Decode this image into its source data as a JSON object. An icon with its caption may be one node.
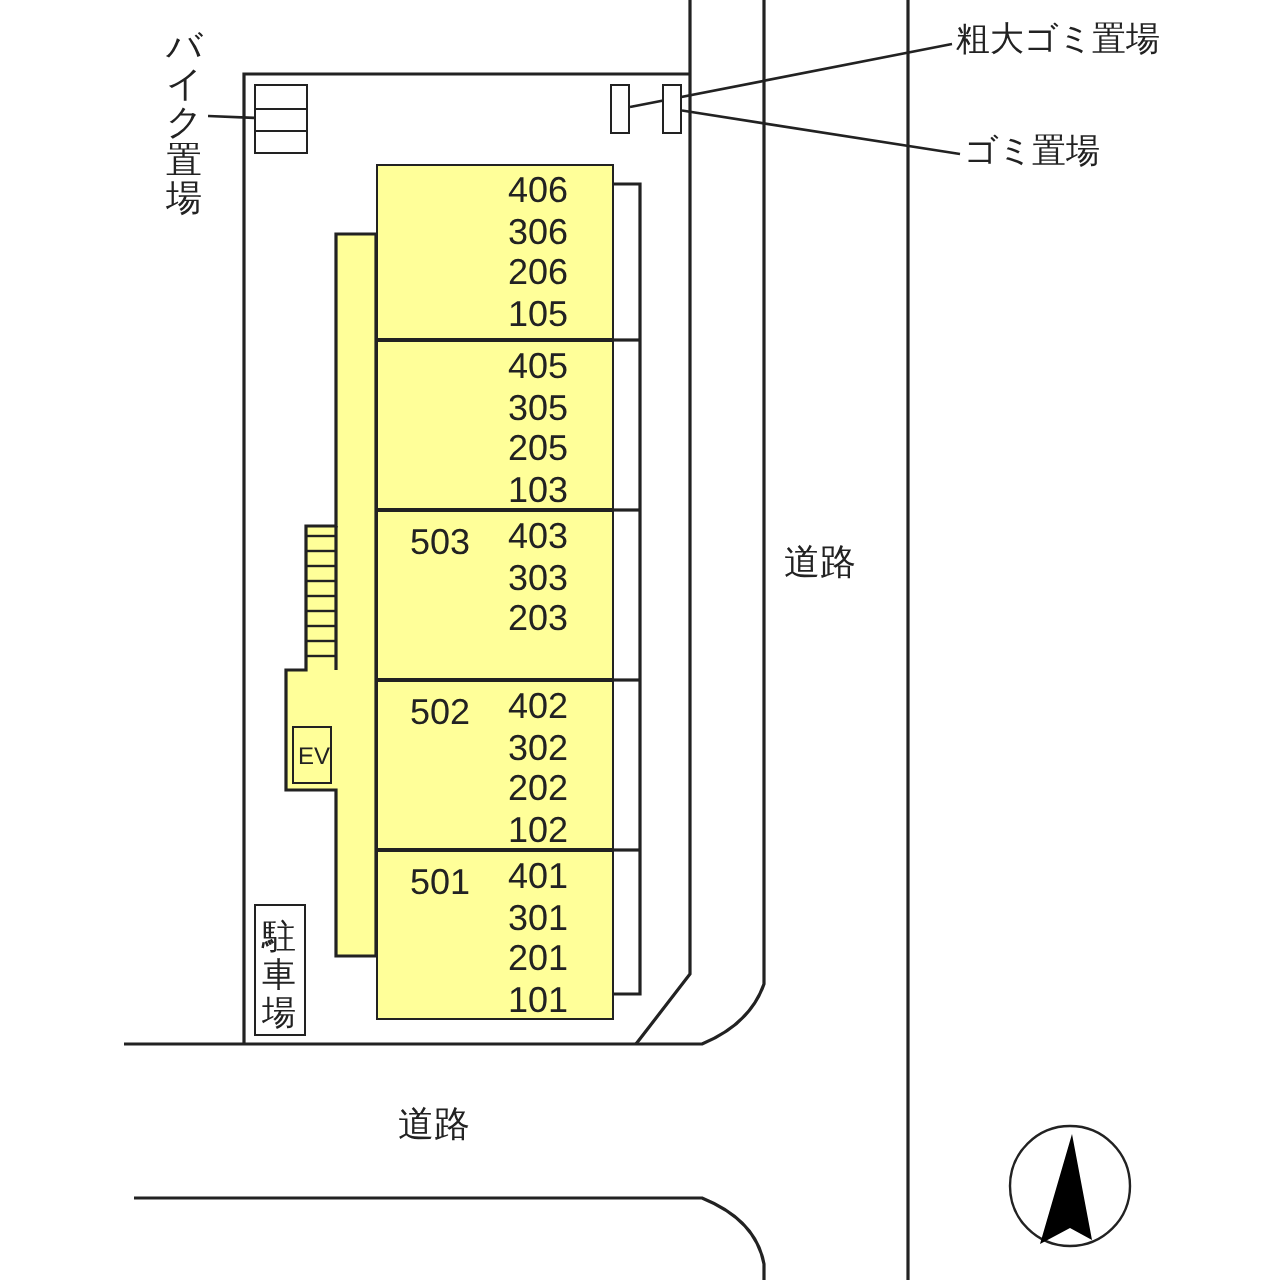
{
  "diagram": {
    "nodes": [
      {
        "text": [
          "バイク置場"
        ]
      },
      {
        "text": [],
        "shape": "box"
      },
      {
        "text": [
          "粗大ゴミ置場"
        ]
      },
      {
        "text": [],
        "shape": "box"
      },
      {
        "text": [
          "ゴミ置場"
        ]
      },
      {
        "text": [],
        "shape": "box"
      },
      {
        "text": [
          "406",
          "306",
          "206",
          "105"
        ]
      },
      {
        "text": [
          "405",
          "305",
          "205",
          "103"
        ]
      },
      {
        "text": [
          "503",
          "403",
          "303",
          "203"
        ]
      },
      {
        "text": [
          "502",
          "402",
          "302",
          "202",
          "102"
        ]
      },
      {
        "text": [
          "501",
          "401",
          "301",
          "201",
          "101"
        ]
      },
      {
        "text": [
          "EV"
        ]
      },
      {
        "text": [
          "駐車場"
        ]
      }
    ],
    "edges": [
      {
        "from": 0,
        "to": 1,
        "arrow": "none"
      },
      {
        "from": 2,
        "to": 3,
        "arrow": "none"
      },
      {
        "from": 4,
        "to": 5,
        "arrow": "none"
      }
    ],
    "labels": [
      "道路",
      "道路"
    ]
  }
}
